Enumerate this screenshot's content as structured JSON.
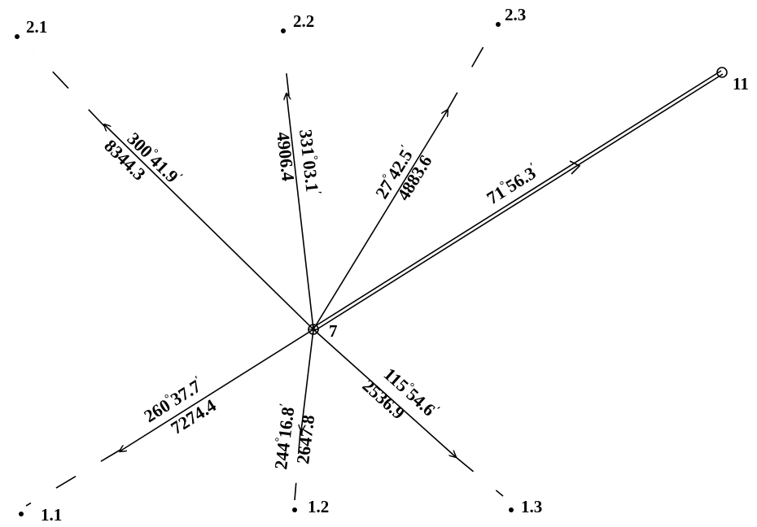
{
  "station": {
    "label": "7"
  },
  "target": {
    "label": "11"
  },
  "points": [
    {
      "id": "p21",
      "label": "2.1"
    },
    {
      "id": "p22",
      "label": "2.2"
    },
    {
      "id": "p23",
      "label": "2.3"
    },
    {
      "id": "p11",
      "label": "1.1"
    },
    {
      "id": "p12",
      "label": "1.2"
    },
    {
      "id": "p13",
      "label": "1.3"
    }
  ],
  "measurements": [
    {
      "id": "to-2-1",
      "bearing": "300",
      "deg_mark": "°",
      "bearing_min": "41.9",
      "min_mark": "′",
      "distance": "8344.3"
    },
    {
      "id": "to-2-2",
      "bearing": "331",
      "deg_mark": "°",
      "bearing_min": "03.1",
      "min_mark": "′",
      "distance": "4906.4"
    },
    {
      "id": "to-2-3",
      "bearing": "27",
      "deg_mark": "°",
      "bearing_min": "42.5",
      "min_mark": "′",
      "distance": "4883.6"
    },
    {
      "id": "to-11",
      "bearing": "71",
      "deg_mark": "°",
      "bearing_min": "56.3",
      "min_mark": "′",
      "distance": ""
    },
    {
      "id": "to-1-1",
      "bearing": "260",
      "deg_mark": "°",
      "bearing_min": "37.7",
      "min_mark": "′",
      "distance": "7274.4"
    },
    {
      "id": "to-1-2",
      "bearing": "244",
      "deg_mark": "°",
      "bearing_min": "16.8",
      "min_mark": "′",
      "distance": "2647.8"
    },
    {
      "id": "to-1-3",
      "bearing": "115",
      "deg_mark": "°",
      "bearing_min": "54.6",
      "min_mark": "′",
      "distance": "2536.9"
    }
  ]
}
